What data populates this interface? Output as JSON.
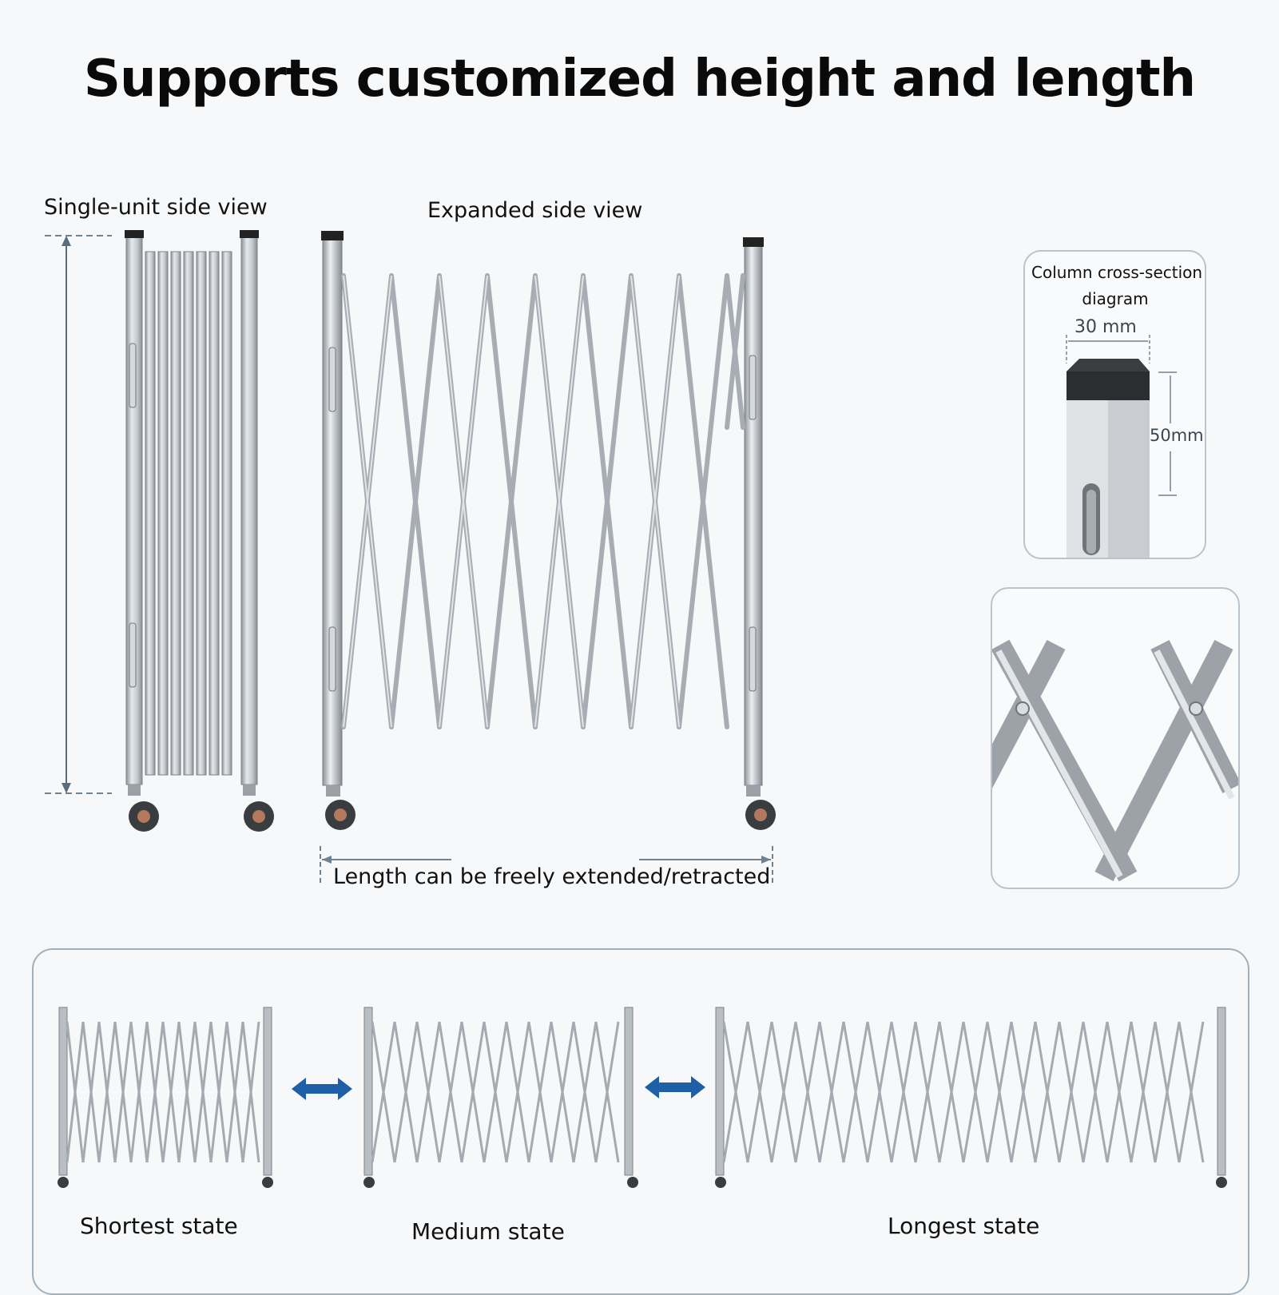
{
  "title": "Supports customized height and length",
  "views": {
    "single_unit": "Single-unit side view",
    "expanded": "Expanded side view",
    "length_note": "Length can be freely extended/retracted"
  },
  "cross_section": {
    "title_line1": "Column cross-section",
    "title_line2": "diagram",
    "width": "30 mm",
    "depth": "50mm"
  },
  "states": {
    "shortest": "Shortest state",
    "medium": "Medium state",
    "longest": "Longest state"
  },
  "colors": {
    "steel": "#b9bec3",
    "arrow": "#1f5fa8",
    "outline": "#9fb1bf"
  }
}
